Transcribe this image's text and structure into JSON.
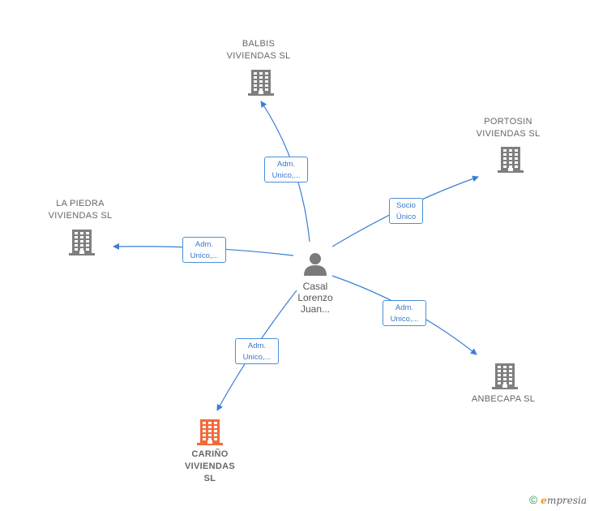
{
  "center": {
    "name": "Casal\nLorenzo\nJuan..."
  },
  "nodes": [
    {
      "id": "balbis",
      "name": "BALBIS\nVIVIENDAS  SL"
    },
    {
      "id": "portosin",
      "name": "PORTOSIN\nVIVIENDAS  SL"
    },
    {
      "id": "lapiedra",
      "name": "LA PIEDRA\nVIVIENDAS  SL"
    },
    {
      "id": "anbecapa",
      "name": "ANBECAPA  SL"
    },
    {
      "id": "carino",
      "name": "CARIÑO\nVIVIENDAS\nSL"
    }
  ],
  "edges": [
    {
      "to": "balbis",
      "label": "Adm.\nUnico,..."
    },
    {
      "to": "portosin",
      "label": "Socio\nÚnico"
    },
    {
      "to": "lapiedra",
      "label": "Adm.\nUnico,..."
    },
    {
      "to": "anbecapa",
      "label": "Adm.\nUnico,..."
    },
    {
      "to": "carino",
      "label": "Adm.\nUnico,..."
    }
  ],
  "colors": {
    "edge": "#3a7fd5",
    "building": "#7f7f7f",
    "building_highlight": "#f26a3c",
    "person": "#7a7a7a"
  },
  "footer": {
    "copyright": "©",
    "brand_initial": "e",
    "brand_rest": "mpresia"
  }
}
